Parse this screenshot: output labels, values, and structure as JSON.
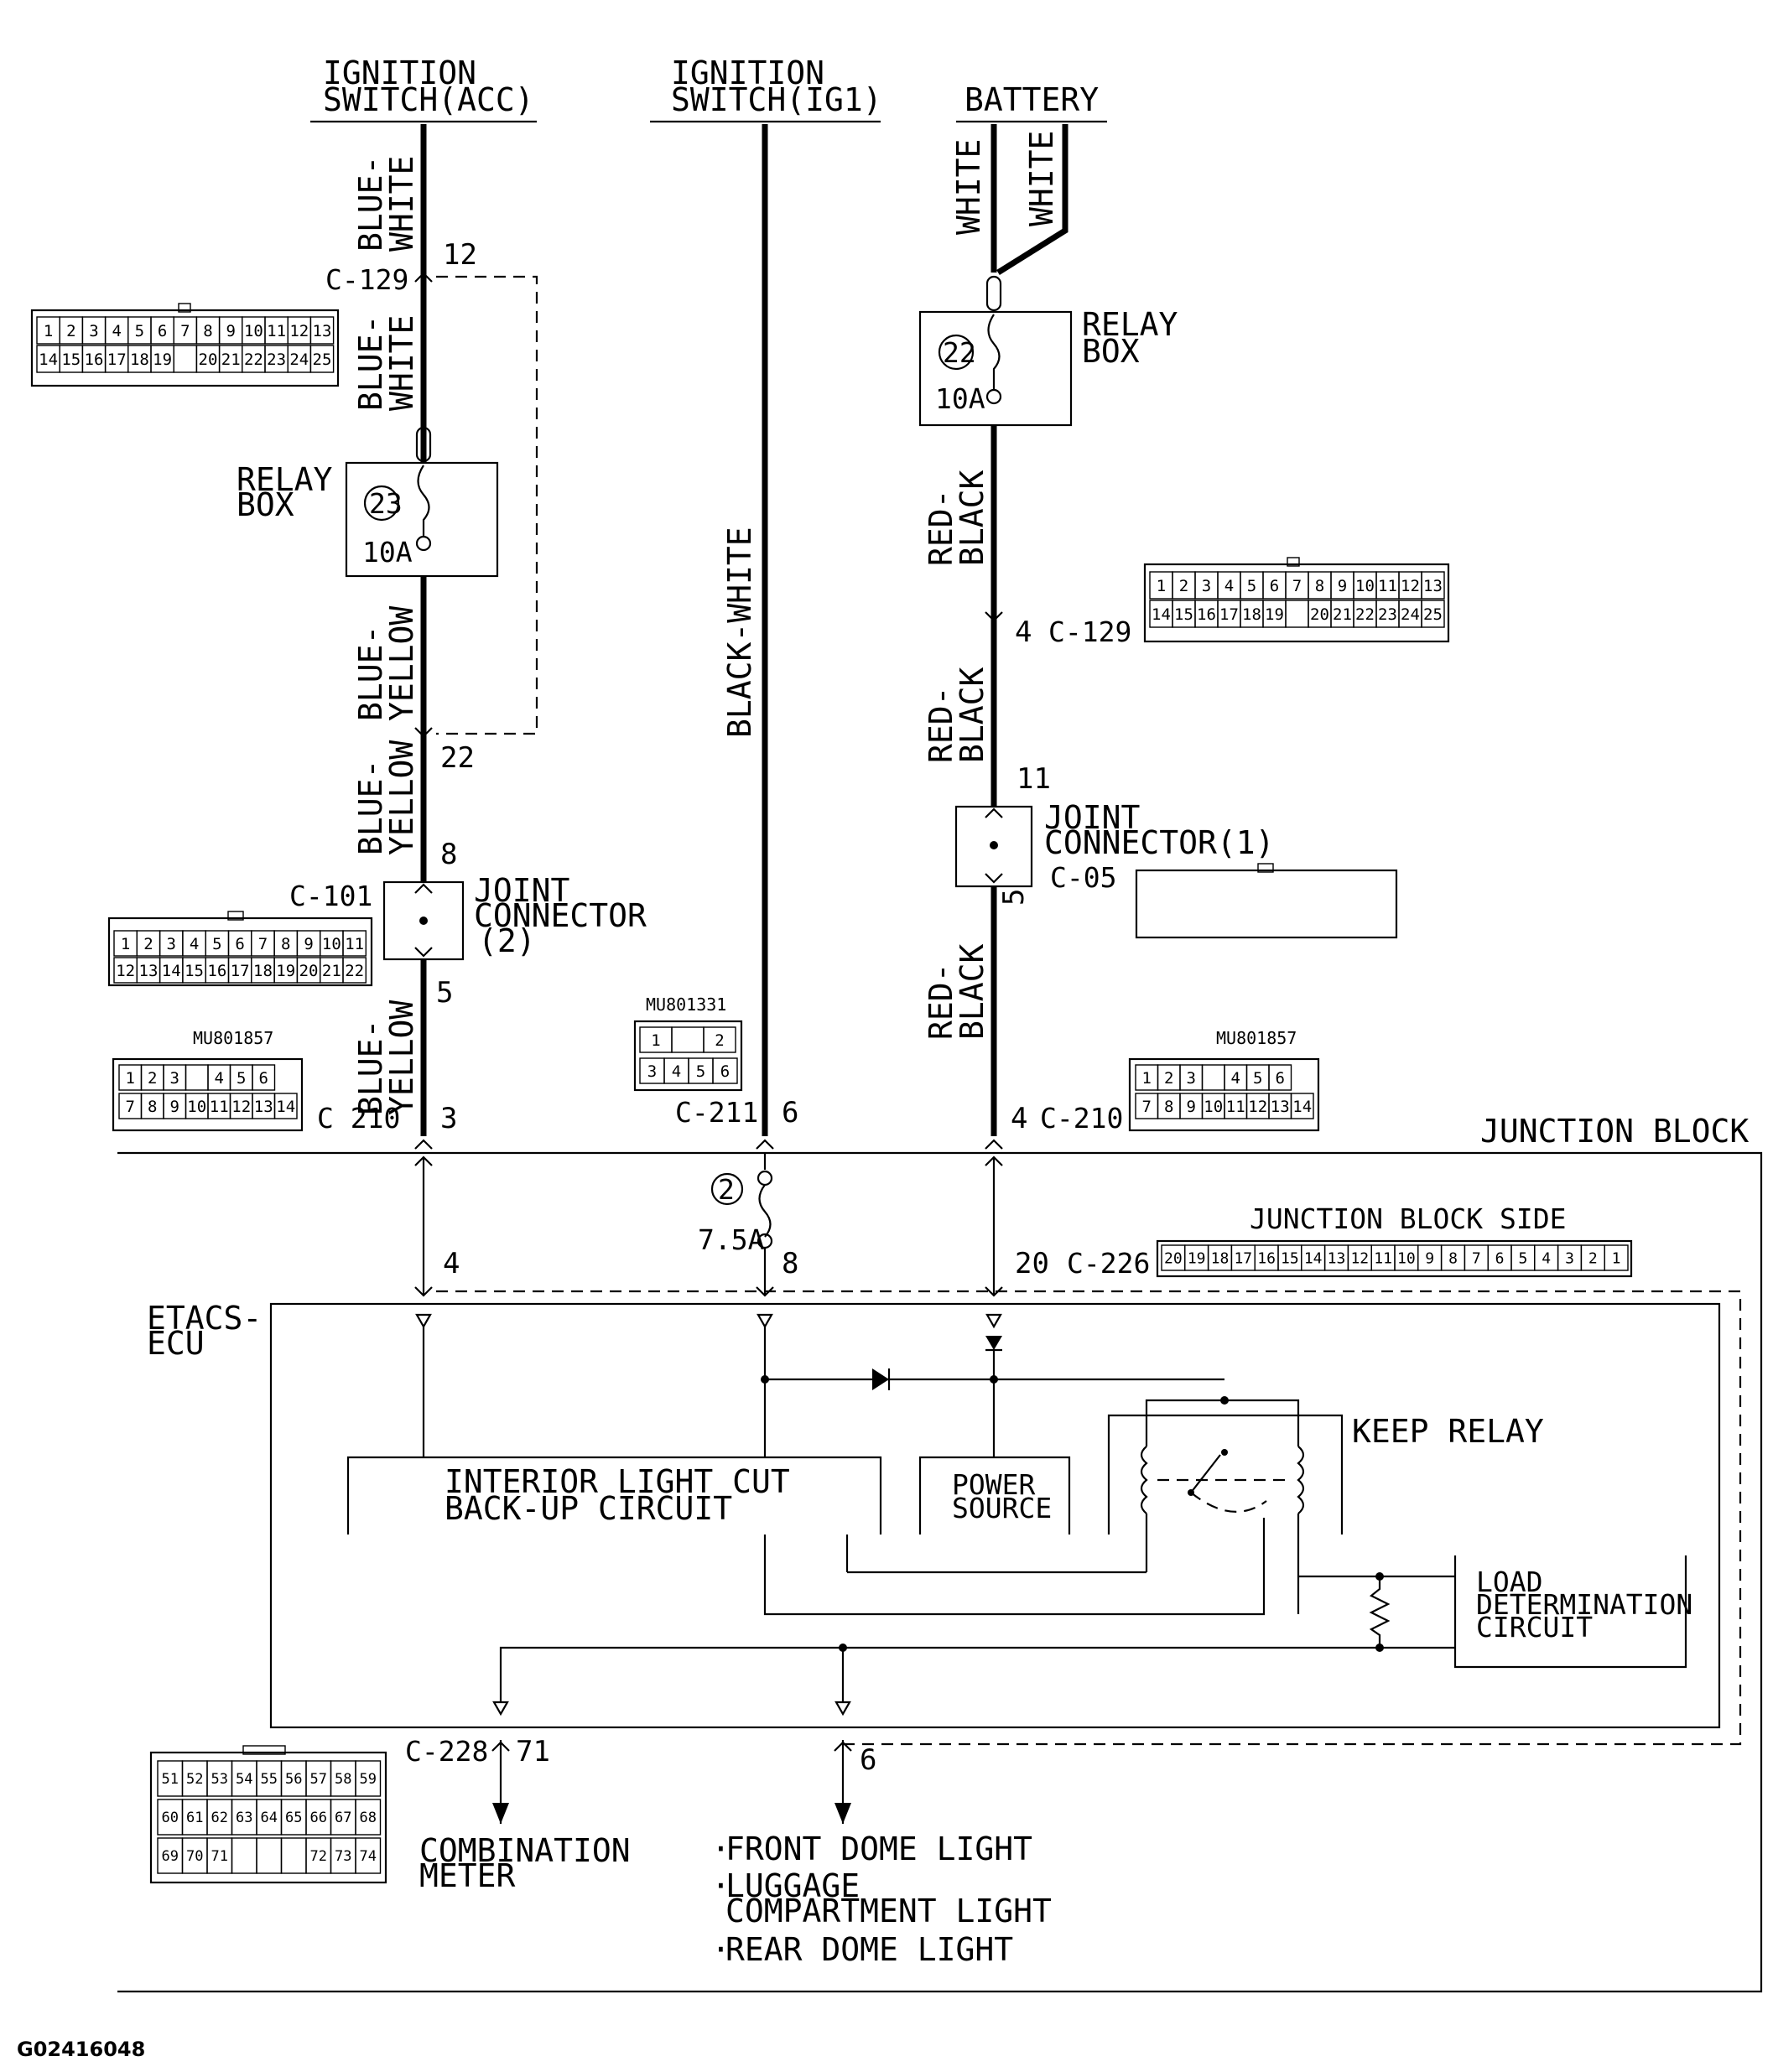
{
  "sources": {
    "acc": {
      "line1": "IGNITION",
      "line2": "SWITCH(ACC)"
    },
    "ig1": {
      "line1": "IGNITION",
      "line2": "SWITCH(IG1)"
    },
    "battery": {
      "label": "BATTERY"
    }
  },
  "wires": {
    "blue_white": {
      "a": "BLUE-",
      "b": "WHITE"
    },
    "blue_yellow": {
      "a": "BLUE-",
      "b": "YELLOW"
    },
    "black_white": "BLACK-WHITE",
    "white": "WHITE",
    "red_black": {
      "a": "RED-",
      "b": "BLACK"
    }
  },
  "relay_box": {
    "line1": "RELAY",
    "line2": "BOX",
    "fuse_23": "23",
    "fuse_22": "22",
    "amp": "10A"
  },
  "joint_connector_2": {
    "line1": "JOINT",
    "line2": "CONNECTOR",
    "line3": "(2)"
  },
  "joint_connector_1": {
    "line1": "JOINT",
    "line2": "CONNECTOR(1)"
  },
  "connectors": {
    "c129": "C-129",
    "c101": "C-101",
    "c05": "C-05",
    "c210": "C-210",
    "c210b": "C 210",
    "c211": "C-211",
    "c226": "C-226",
    "c228": "C-228"
  },
  "parts": {
    "mu801857": "MU801857",
    "mu801331": "MU801331"
  },
  "pins": {
    "p12": "12",
    "p22": "22",
    "p8": "8",
    "p5": "5",
    "p3": "3",
    "p4": "4",
    "p6": "6",
    "p8b": "8",
    "p20": "20",
    "p4c129": "4",
    "p11": "11",
    "p5b": "5",
    "p4c210": "4",
    "p71": "71",
    "p6b": "6"
  },
  "junction_block": {
    "label": "JUNCTION BLOCK",
    "side_label": "JUNCTION BLOCK SIDE",
    "fuse_2": "2",
    "amp": "7.5A"
  },
  "etacs": {
    "line1": "ETACS-",
    "line2": "ECU"
  },
  "interior_light": {
    "line1": "INTERIOR LIGHT CUT",
    "line2": "BACK-UP CIRCUIT"
  },
  "power_source": {
    "line1": "POWER",
    "line2": "SOURCE"
  },
  "keep_relay": "KEEP RELAY",
  "load_circuit": {
    "line1": "LOAD",
    "line2": "DETERMINATION",
    "line3": "CIRCUIT"
  },
  "outputs": {
    "combination": {
      "line1": "COMBINATION",
      "line2": "METER"
    },
    "front_dome": "FRONT DOME LIGHT",
    "luggage_1": "LUGGAGE",
    "luggage_2": "COMPARTMENT LIGHT",
    "rear_dome": "REAR DOME LIGHT"
  },
  "connector_pins": {
    "c129_row1": [
      "1",
      "2",
      "3",
      "4",
      "5",
      "6",
      "7",
      "8",
      "9",
      "10",
      "11",
      "12",
      "13"
    ],
    "c129_row2": [
      "14",
      "15",
      "16",
      "17",
      "18",
      "19",
      "",
      "20",
      "21",
      "22",
      "23",
      "24",
      "25"
    ],
    "c101_row1": [
      "1",
      "2",
      "3",
      "4",
      "5",
      "6",
      "7",
      "8",
      "9",
      "10",
      "11"
    ],
    "c101_row2": [
      "12",
      "13",
      "14",
      "15",
      "16",
      "17",
      "18",
      "19",
      "20",
      "21",
      "22"
    ],
    "c210_row1": [
      "1",
      "2",
      "3",
      "",
      "4",
      "5",
      "6"
    ],
    "c210_row2": [
      "7",
      "8",
      "9",
      "10",
      "11",
      "12",
      "13",
      "14"
    ],
    "c211_row1": [
      "1",
      "",
      "2"
    ],
    "c211_row2": [
      "3",
      "4",
      "5",
      "6"
    ],
    "c226_row": [
      "20",
      "19",
      "18",
      "17",
      "16",
      "15",
      "14",
      "13",
      "12",
      "11",
      "10",
      "9",
      "8",
      "7",
      "6",
      "5",
      "4",
      "3",
      "2",
      "1"
    ],
    "c228_row1": [
      "51",
      "52",
      "53",
      "54",
      "55",
      "56",
      "57",
      "58",
      "59"
    ],
    "c228_row2": [
      "60",
      "61",
      "62",
      "63",
      "64",
      "65",
      "66",
      "67",
      "68"
    ],
    "c228_row3": [
      "69",
      "70",
      "71",
      "",
      "",
      "",
      "72",
      "73",
      "74"
    ]
  },
  "figure_code": "G02416048"
}
